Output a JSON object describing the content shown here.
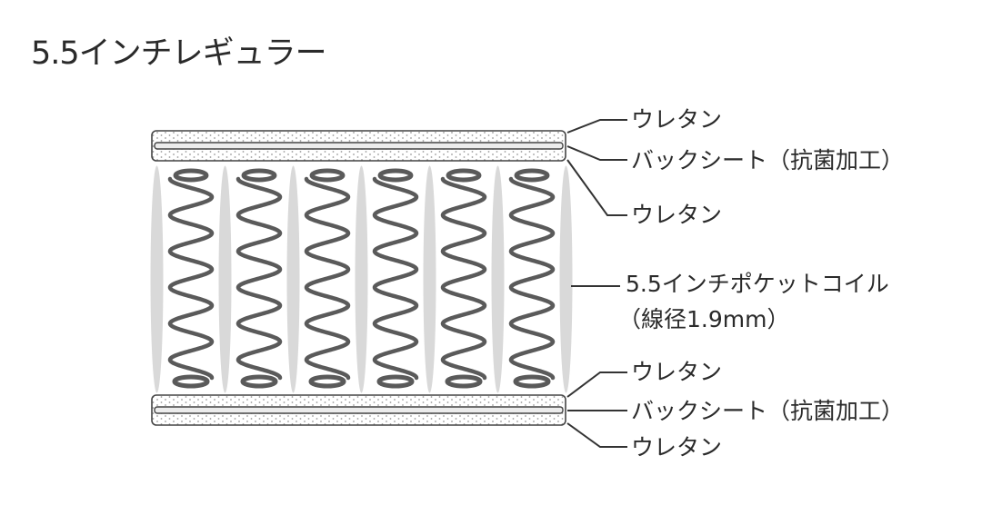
{
  "title": "5.5インチレギュラー",
  "labels": {
    "top_urethane_1": "ウレタン",
    "top_backsheet": "バックシート（抗菌加工）",
    "top_urethane_2": "ウレタン",
    "coil_line1": "5.5インチポケットコイル",
    "coil_line2": "（線径1.9mm）",
    "bottom_urethane_1": "ウレタン",
    "bottom_backsheet": "バックシート（抗菌加工）",
    "bottom_urethane_2": "ウレタン"
  },
  "colors": {
    "line": "#333333",
    "spring": "#5a5a5a",
    "pocket": "#d9d9d9",
    "panel_stroke": "#444444"
  },
  "coil_count": 6
}
